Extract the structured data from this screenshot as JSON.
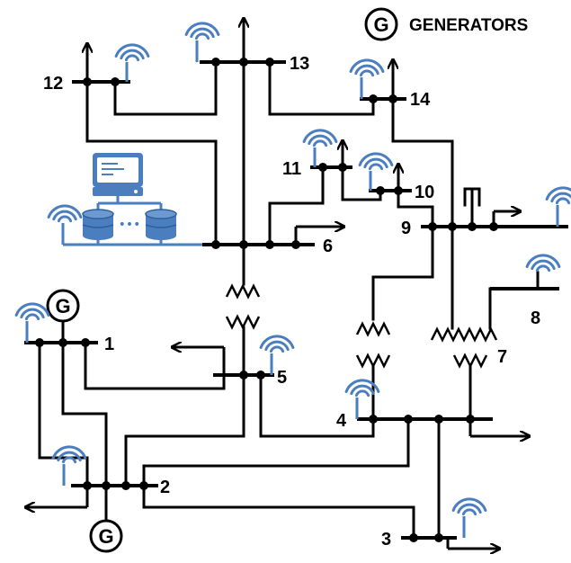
{
  "legend": {
    "symbol": "G",
    "label": "GENERATORS"
  },
  "generators": [
    "G",
    "G"
  ],
  "buses": {
    "b1": "1",
    "b2": "2",
    "b3": "3",
    "b4": "4",
    "b5": "5",
    "b6": "6",
    "b7": "7",
    "b8": "8",
    "b9": "9",
    "b10": "10",
    "b11": "11",
    "b12": "12",
    "b13": "13",
    "b14": "14"
  },
  "server_cluster": {
    "ellipsis": "•••"
  },
  "colors": {
    "wire": "#000000",
    "wireless": "#4a7ebf",
    "server": "#4a7ebf"
  }
}
